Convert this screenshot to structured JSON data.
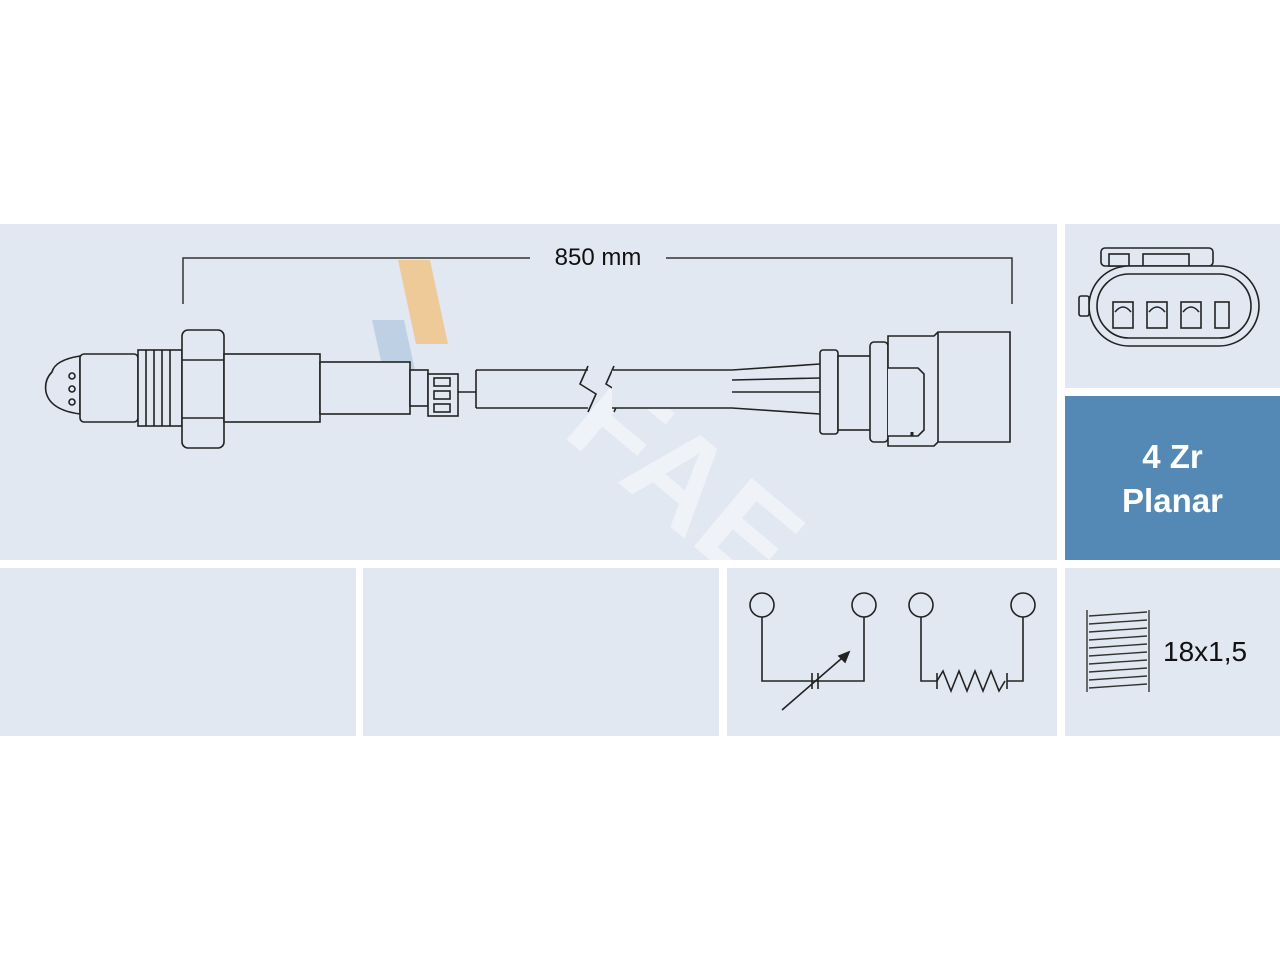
{
  "dimension": {
    "label": "850 mm"
  },
  "sensor_type": {
    "line1": "4 Zr",
    "line2": "Planar"
  },
  "thread": {
    "label": "18x1,5"
  },
  "watermark": {
    "text": "FAE"
  },
  "colors": {
    "panel": "#e2e8f2",
    "accent": "#5389b4",
    "stroke": "#222222",
    "watermark_orange": "#f0c58a",
    "watermark_blue": "#b7cde2"
  }
}
